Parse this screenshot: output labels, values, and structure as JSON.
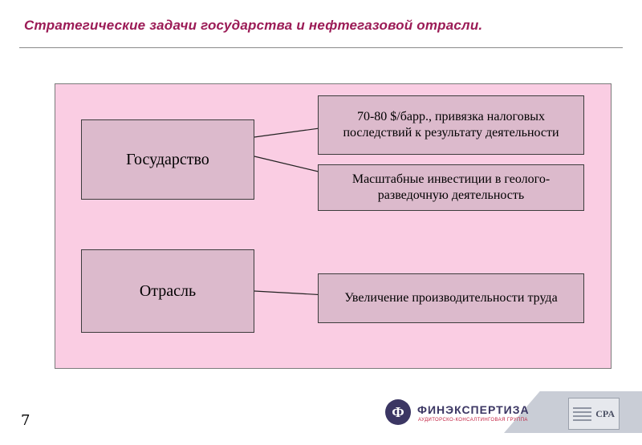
{
  "slide": {
    "title": "Стратегические задачи государства и нефтегазовой отрасли.",
    "page_number": "7"
  },
  "diagram": {
    "left_boxes": [
      {
        "label": "Государство"
      },
      {
        "label": "Отрасль"
      }
    ],
    "right_boxes": [
      {
        "label": "70-80 $/барр., привязка налоговых последствий к результату деятельности"
      },
      {
        "label": "Масштабные инвестиции в геолого-разведочную деятельность"
      },
      {
        "label": "Увеличение производительности труда"
      }
    ]
  },
  "footer": {
    "logo_monogram": "Ф",
    "logo_text": "ФИНЭКСПЕРТИЗА",
    "logo_tagline": "АУДИТОРСКО-КОНСАЛТИНГОВАЯ ГРУППА",
    "badge_text": "CPA"
  },
  "colors": {
    "title": "#9B1B56",
    "canvas_bg": "#FACDE3",
    "node_bg": "#DCBACC",
    "node_border": "#3c3c3c",
    "logo_primary": "#3B3663",
    "logo_accent": "#C21F3F",
    "swoosh_gray": "#C9CDD6"
  }
}
